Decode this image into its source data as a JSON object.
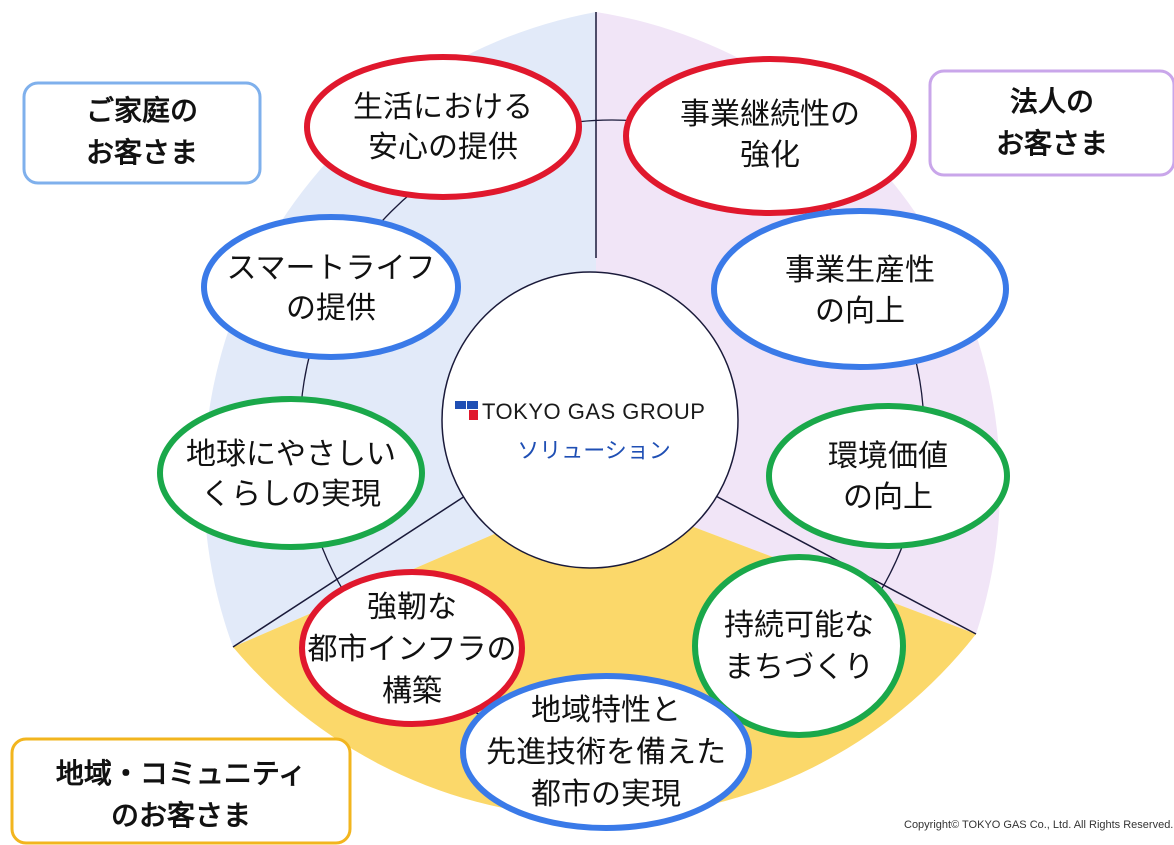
{
  "center": {
    "brand": "TOKYO GAS GROUP",
    "subtitle": "ソリューション"
  },
  "segments": {
    "home": {
      "lines": [
        "ご家庭の",
        "お客さま"
      ]
    },
    "corporate": {
      "lines": [
        "法人の",
        "お客さま"
      ]
    },
    "community": {
      "lines": [
        "地域・コミュニティ",
        "のお客さま"
      ]
    }
  },
  "nodes": [
    {
      "id": "safety",
      "lines": [
        "生活における",
        "安心の提供"
      ],
      "ring": "red"
    },
    {
      "id": "smartlife",
      "lines": [
        "スマートライフ",
        "の提供"
      ],
      "ring": "blue"
    },
    {
      "id": "eco-living",
      "lines": [
        "地球にやさしい",
        "くらしの実現"
      ],
      "ring": "green"
    },
    {
      "id": "bcp",
      "lines": [
        "事業継続性の",
        "強化"
      ],
      "ring": "red"
    },
    {
      "id": "productivity",
      "lines": [
        "事業生産性",
        "の向上"
      ],
      "ring": "blue"
    },
    {
      "id": "env-value",
      "lines": [
        "環境価値",
        "の向上"
      ],
      "ring": "green"
    },
    {
      "id": "resilient-infra",
      "lines": [
        "強靭な",
        "都市インフラの",
        "構築"
      ],
      "ring": "red"
    },
    {
      "id": "regional-city",
      "lines": [
        "地域特性と",
        "先進技術を備えた",
        "都市の実現"
      ],
      "ring": "blue"
    },
    {
      "id": "sustainable-town",
      "lines": [
        "持続可能な",
        "まちづくり"
      ],
      "ring": "green"
    }
  ],
  "colors": {
    "red": "#e0182d",
    "blue": "#3a7ae8",
    "green": "#1aa84a",
    "home_bg": "#e2eaf9",
    "corporate_bg": "#f1e5f7",
    "community_bg": "#fbd86a",
    "home_border": "#7fb0ec",
    "corporate_border": "#c9a6ea",
    "community_border": "#f2b51e",
    "logo_blue": "#1f4fb4",
    "logo_red": "#e0182d"
  },
  "footer": {
    "copyright": "Copyright© TOKYO GAS Co., Ltd. All Rights Reserved."
  }
}
